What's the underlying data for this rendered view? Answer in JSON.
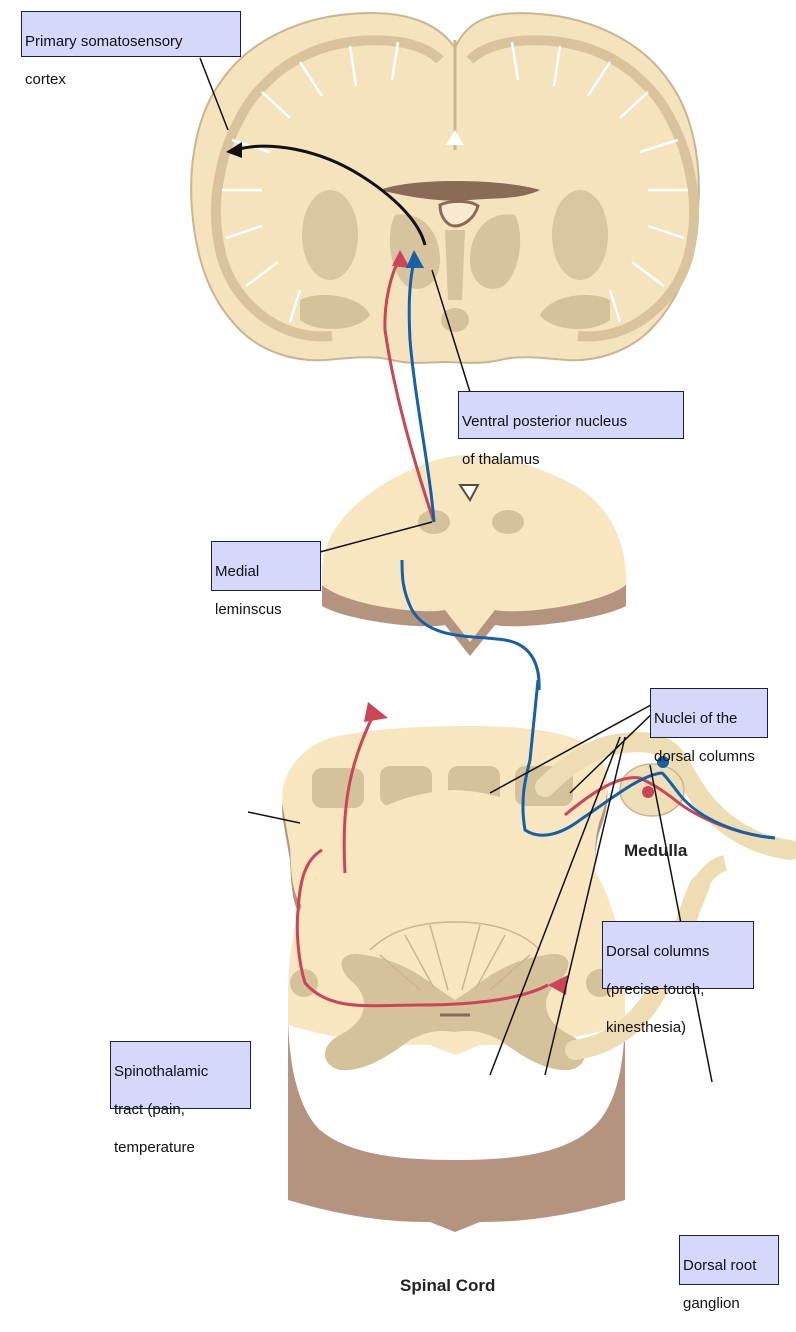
{
  "labels": {
    "primary_cortex": [
      "Primary somatosensory",
      "cortex"
    ],
    "vpn_thalamus": [
      "Ventral posterior nucleus",
      "of thalamus"
    ],
    "medial_lemniscus": [
      "Medial",
      "leminscus"
    ],
    "dorsal_column_nuclei": [
      "Nuclei of the",
      "dorsal columns"
    ],
    "dorsal_columns": [
      "Dorsal columns",
      "(precise touch,",
      "kinesthesia)"
    ],
    "spinothalamic": [
      "Spinothalamic",
      "tract (pain,",
      "temperature"
    ],
    "drg": [
      "Dorsal root",
      "ganglion"
    ]
  },
  "regions": {
    "medulla": "Medulla",
    "spinal_cord": "Spinal Cord"
  },
  "colors": {
    "tissue": "#f8e6c0",
    "tissue_dark": "#eedcb2",
    "white_matter": "#ddc79c",
    "grey_matter": "#d4c39c",
    "cut_edge": "#b4947f",
    "dorsal_column_path": "#1560a8",
    "spinothalamic_path": "#cc4455",
    "cortex_path": "#111111",
    "callout_bg": "#d6d8fb"
  }
}
